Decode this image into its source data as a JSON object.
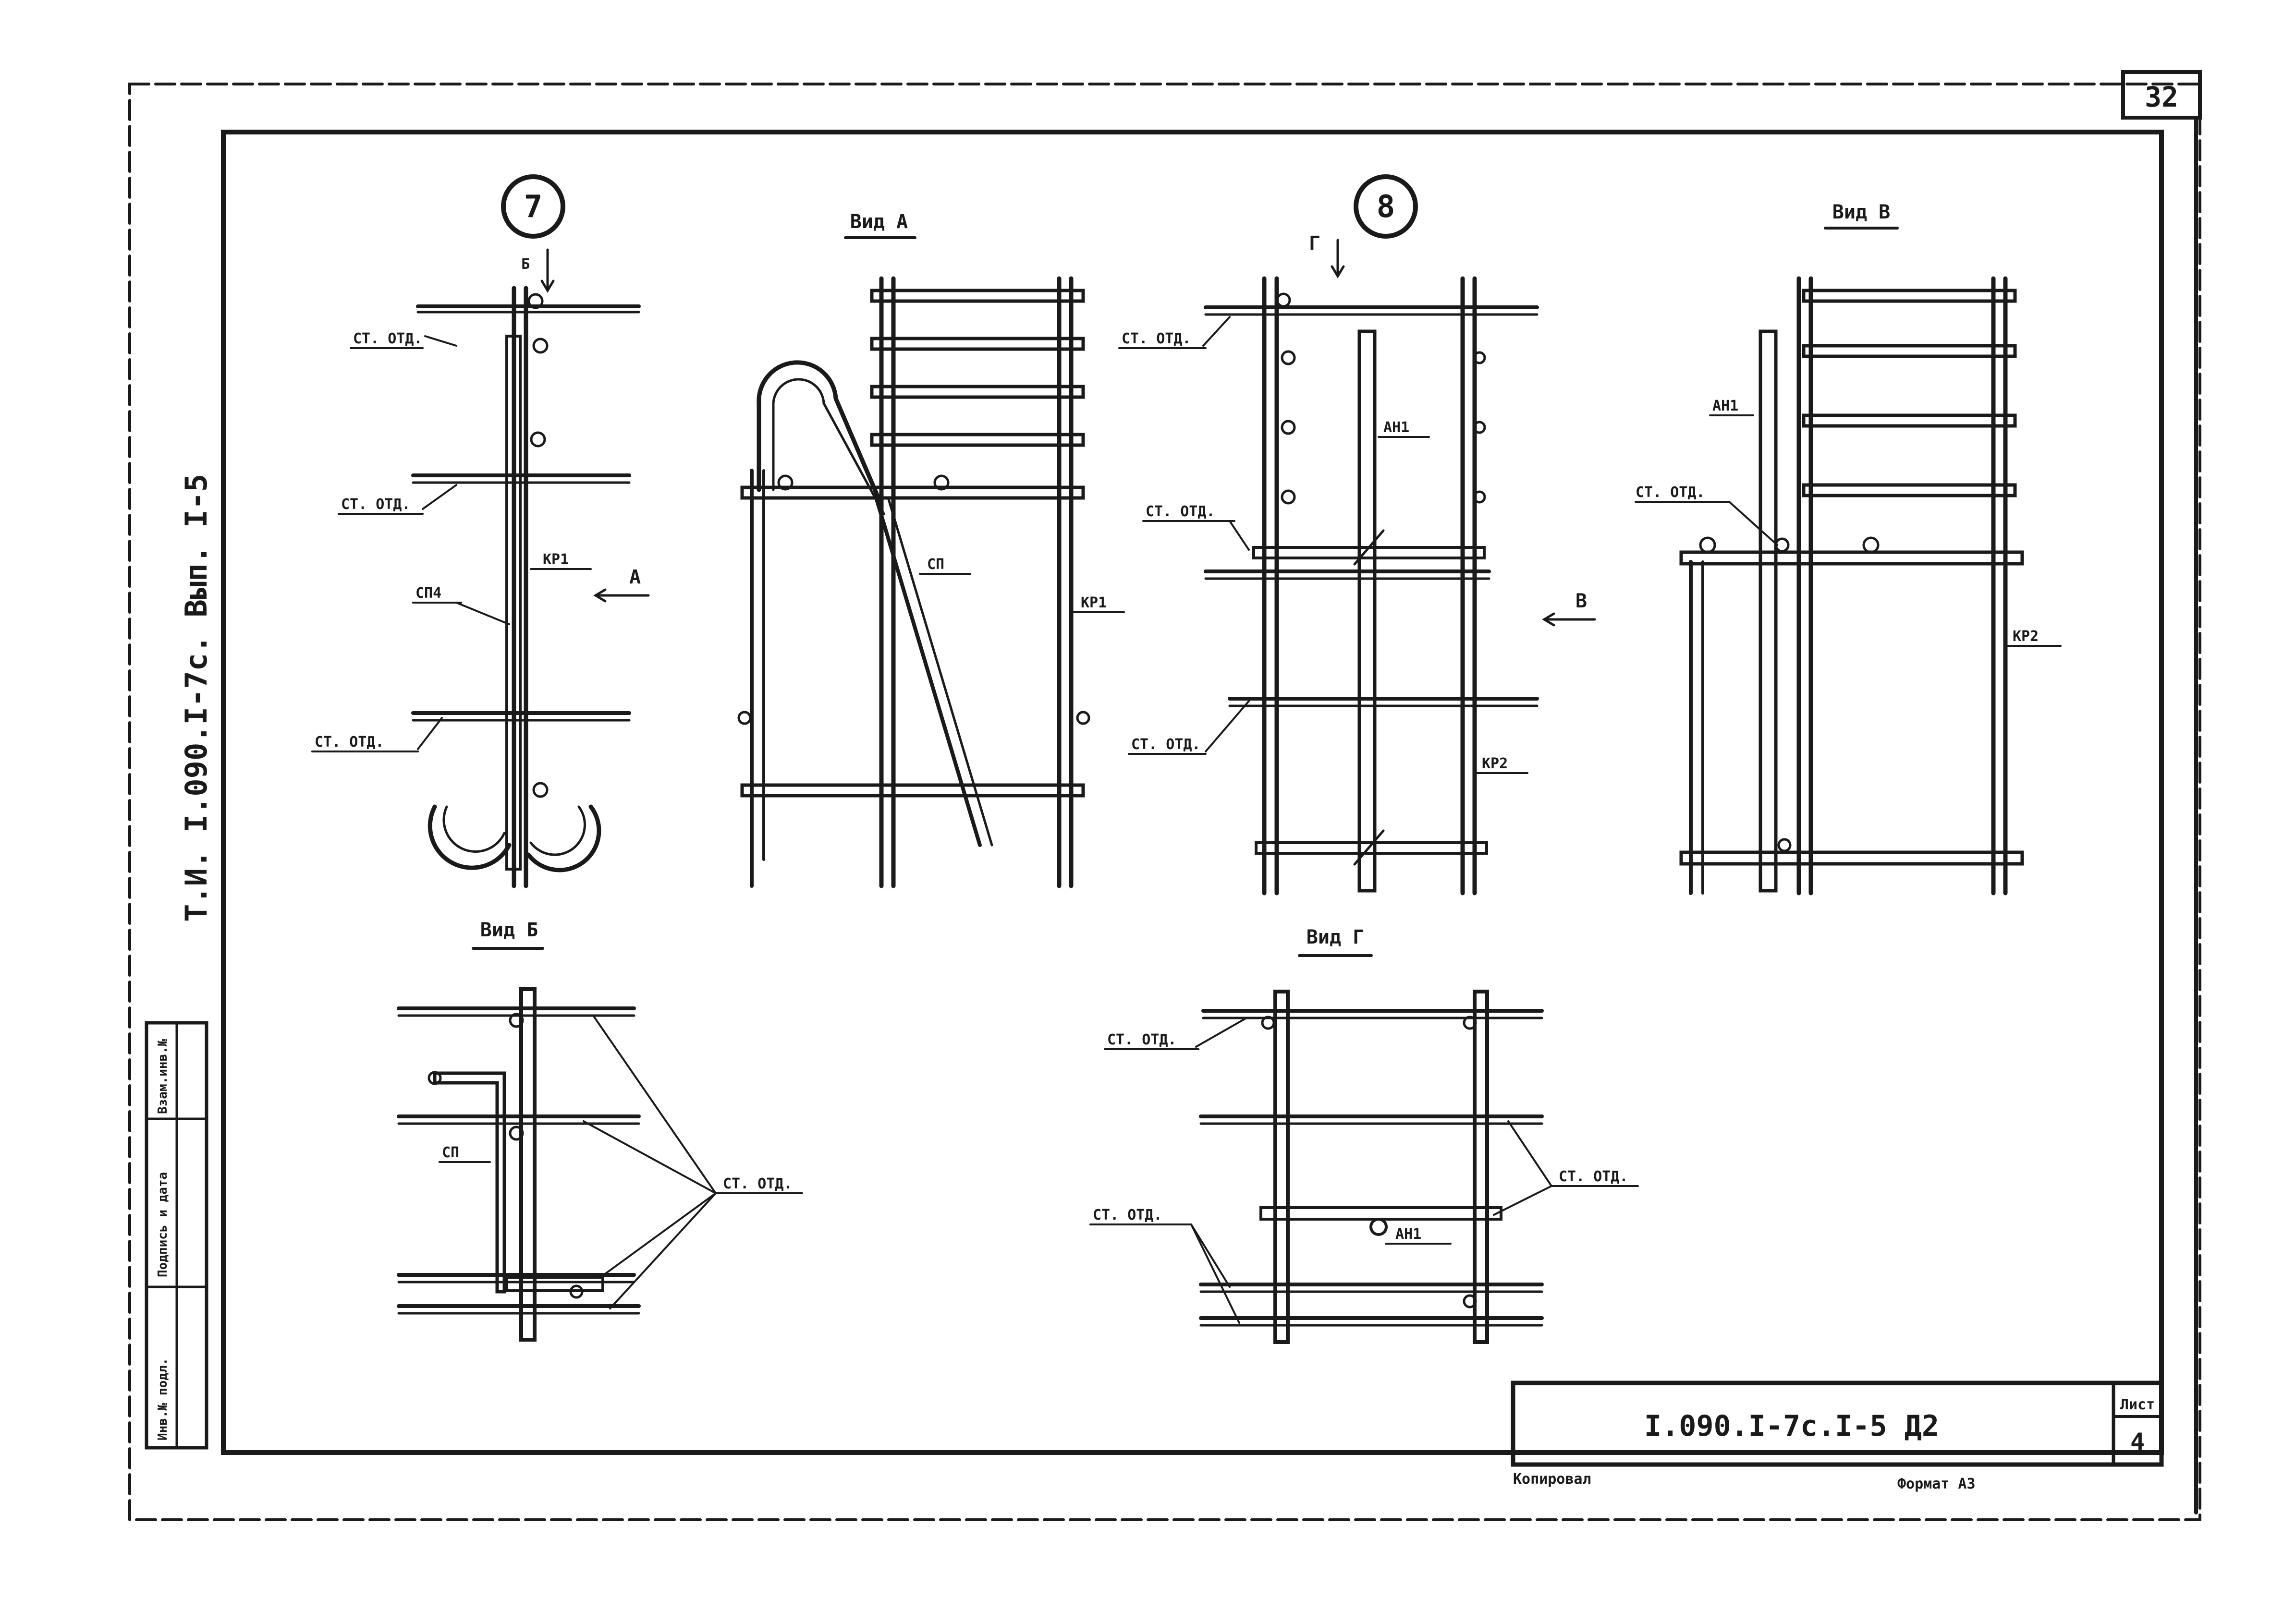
{
  "sheet": {
    "page_number": "32",
    "side_label": "Т.И. I.090.I-7с. Вып. I-5",
    "stamp_cells": [
      "Инв.№ подл.",
      "Подпись и дата",
      "Взам.инв.№"
    ],
    "title_block": {
      "code": "I.090.I-7с.I-5 Д2",
      "sheet_label": "Лист",
      "sheet_number": "4"
    },
    "footer": {
      "copied": "Копировал",
      "format": "Формат А3"
    }
  },
  "views": {
    "node7": {
      "number": "7",
      "arrow": "Б",
      "labels": [
        "СТ. ОТД.",
        "СТ. ОТД.",
        "КР1",
        "СП4",
        "СТ. ОТД."
      ],
      "arrow_a": "А"
    },
    "vid_a": {
      "title": "Вид А",
      "labels": [
        "СП",
        "КР1"
      ]
    },
    "node8": {
      "number": "8",
      "arrow": "Г",
      "labels": [
        "СТ. ОТД.",
        "АН1",
        "СТ. ОТД.",
        "СТ. ОТД.",
        "КР2"
      ],
      "arrow_b": "В"
    },
    "vid_v_top": {
      "title": "Вид В",
      "labels": [
        "АН1",
        "СТ. ОТД.",
        "КР2"
      ]
    },
    "vid_b_bottom": {
      "title": "Вид Б",
      "labels": [
        "СП",
        "СТ. ОТД."
      ]
    },
    "vid_g": {
      "title": "Вид Г",
      "labels": [
        "СТ. ОТД.",
        "СТ. ОТД.",
        "СТ. ОТД.",
        "АН1"
      ]
    }
  }
}
